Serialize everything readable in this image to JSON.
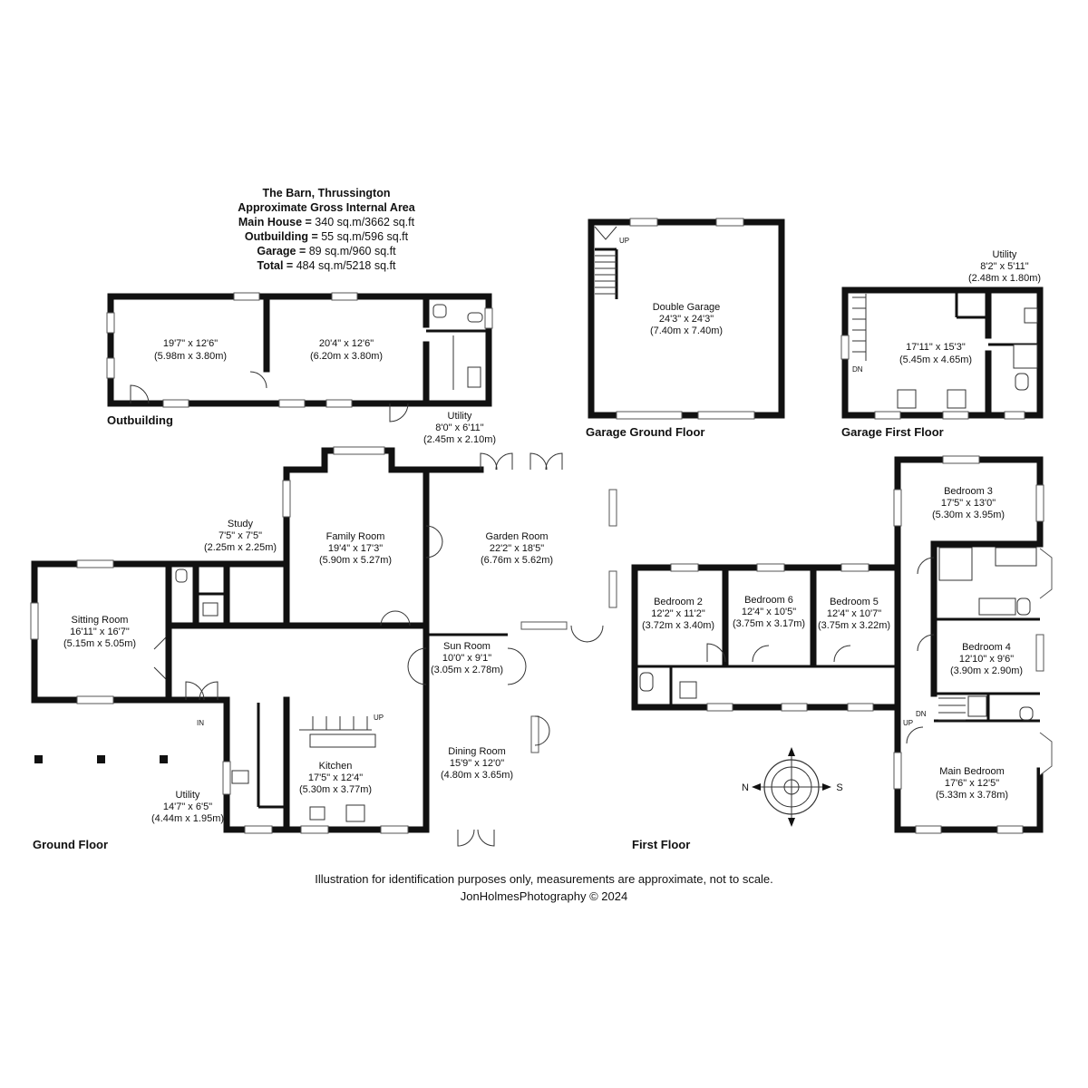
{
  "header": {
    "title": "The Barn, Thrussington",
    "subtitle": "Approximate Gross Internal Area",
    "areas": [
      {
        "label": "Main House",
        "value": "340 sq.m/3662 sq.ft"
      },
      {
        "label": "Outbuilding",
        "value": "55 sq.m/596 sq.ft"
      },
      {
        "label": "Garage",
        "value": "89 sq.m/960 sq.ft"
      },
      {
        "label": "Total",
        "value": "484 sq.m/5218 sq.ft"
      }
    ]
  },
  "floors": {
    "outbuilding": "Outbuilding",
    "garage_ground": "Garage Ground Floor",
    "garage_first": "Garage First Floor",
    "ground": "Ground Floor",
    "first": "First Floor"
  },
  "rooms": {
    "out_left": {
      "name": "",
      "imperial": "19'7\" x 12'6\"",
      "metric": "(5.98m x 3.80m)"
    },
    "out_mid": {
      "name": "",
      "imperial": "20'4\" x 12'6\"",
      "metric": "(6.20m x 3.80m)"
    },
    "out_utility": {
      "name": "Utility",
      "imperial": "8'0\" x 6'11\"",
      "metric": "(2.45m x 2.10m)"
    },
    "double_garage": {
      "name": "Double Garage",
      "imperial": "24'3\" x 24'3\"",
      "metric": "(7.40m x 7.40m)"
    },
    "garage_room": {
      "name": "",
      "imperial": "17'11\" x 15'3\"",
      "metric": "(5.45m x 4.65m)"
    },
    "garage_utility": {
      "name": "Utility",
      "imperial": "8'2\" x 5'11\"",
      "metric": "(2.48m x 1.80m)"
    },
    "study": {
      "name": "Study",
      "imperial": "7'5\" x 7'5\"",
      "metric": "(2.25m x 2.25m)"
    },
    "sitting": {
      "name": "Sitting Room",
      "imperial": "16'11\" x 16'7\"",
      "metric": "(5.15m x 5.05m)"
    },
    "family": {
      "name": "Family Room",
      "imperial": "19'4\" x 17'3\"",
      "metric": "(5.90m x 5.27m)"
    },
    "garden": {
      "name": "Garden Room",
      "imperial": "22'2\" x 18'5\"",
      "metric": "(6.76m x 5.62m)"
    },
    "sun": {
      "name": "Sun Room",
      "imperial": "10'0\" x 9'1\"",
      "metric": "(3.05m x 2.78m)"
    },
    "kitchen": {
      "name": "Kitchen",
      "imperial": "17'5\" x 12'4\"",
      "metric": "(5.30m x 3.77m)"
    },
    "dining": {
      "name": "Dining Room",
      "imperial": "15'9\" x 12'0\"",
      "metric": "(4.80m x 3.65m)"
    },
    "gf_utility": {
      "name": "Utility",
      "imperial": "14'7\" x 6'5\"",
      "metric": "(4.44m x 1.95m)"
    },
    "bed2": {
      "name": "Bedroom 2",
      "imperial": "12'2\" x 11'2\"",
      "metric": "(3.72m x 3.40m)"
    },
    "bed6": {
      "name": "Bedroom 6",
      "imperial": "12'4\" x 10'5\"",
      "metric": "(3.75m x 3.17m)"
    },
    "bed5": {
      "name": "Bedroom 5",
      "imperial": "12'4\" x 10'7\"",
      "metric": "(3.75m x 3.22m)"
    },
    "bed3": {
      "name": "Bedroom 3",
      "imperial": "17'5\" x 13'0\"",
      "metric": "(5.30m x 3.95m)"
    },
    "bed4": {
      "name": "Bedroom 4",
      "imperial": "12'10\" x 9'6\"",
      "metric": "(3.90m x 2.90m)"
    },
    "main_bed": {
      "name": "Main Bedroom",
      "imperial": "17'6\" x 12'5\"",
      "metric": "(5.33m x 3.78m)"
    }
  },
  "markers": {
    "up": "UP",
    "dn": "DN",
    "in": "IN"
  },
  "compass": {
    "n": "N",
    "s": "S"
  },
  "footer": {
    "disclaimer": "Illustration for identification purposes only, measurements are approximate, not to scale.",
    "credit": "JonHolmesPhotography © 2024"
  }
}
